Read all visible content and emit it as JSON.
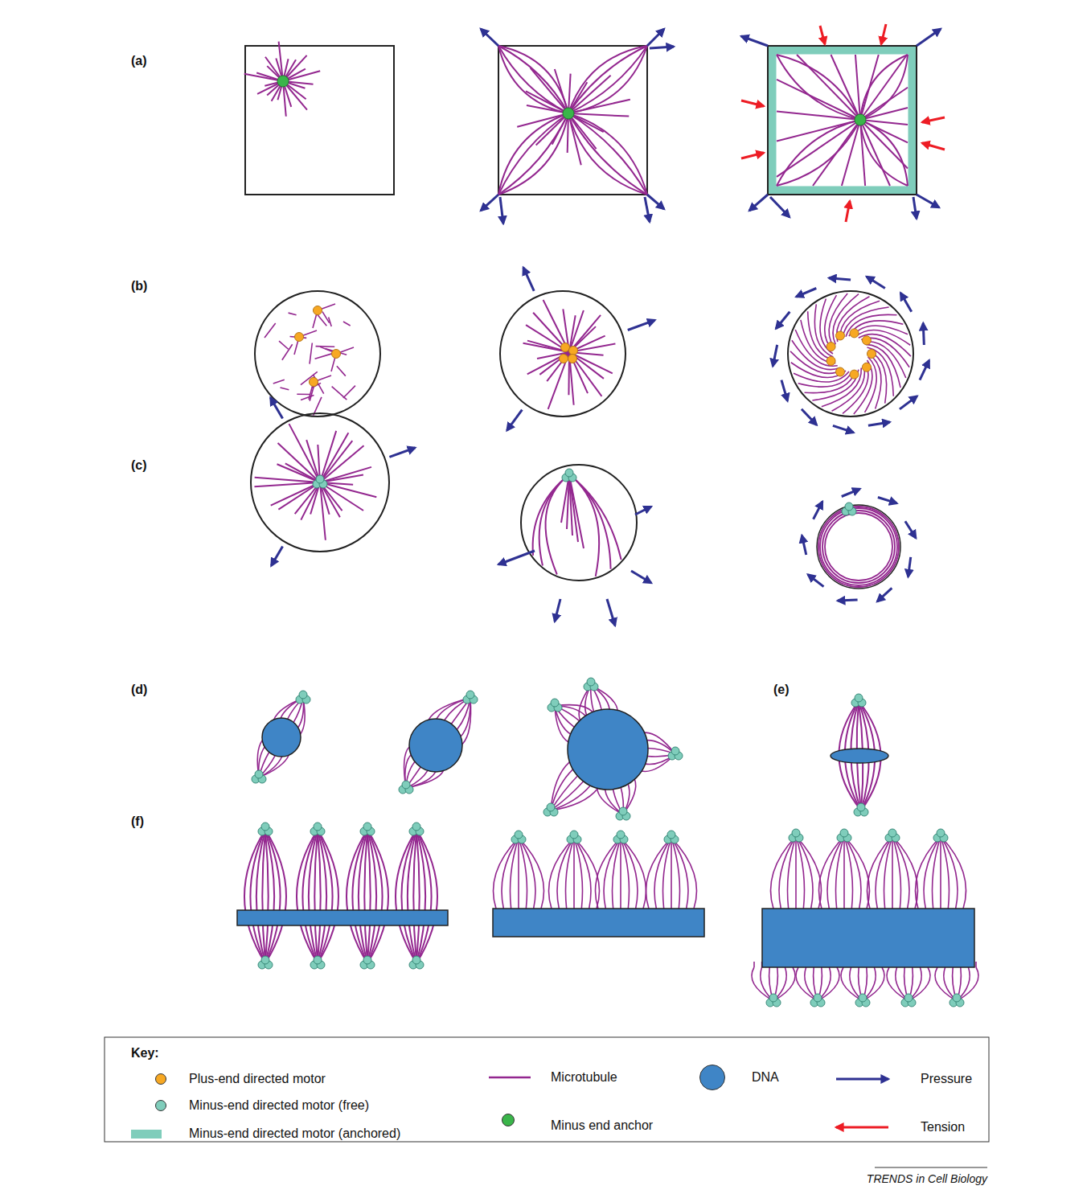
{
  "diagram": {
    "labels": [
      "(a)",
      "(b)",
      "(c)",
      "(d)",
      "(e)",
      "(f)",
      "Key:",
      "TRENDS in Cell Biology"
    ],
    "legend": [
      {
        "text": "Plus-end directed motor",
        "color": "#f7a823"
      },
      {
        "text": "Minus-end directed motor (free)",
        "color": "#7fcdbb"
      },
      {
        "text": "Minus-end directed motor (anchored)",
        "color": "#7fcdbb"
      },
      {
        "text": "Microtubule"
      },
      {
        "text": "Minus end anchor",
        "color": "#3ab54a"
      },
      {
        "text": "DNA",
        "color": "#3f85c6"
      },
      {
        "text": "Pressure"
      },
      {
        "text": "Tension"
      }
    ]
  }
}
